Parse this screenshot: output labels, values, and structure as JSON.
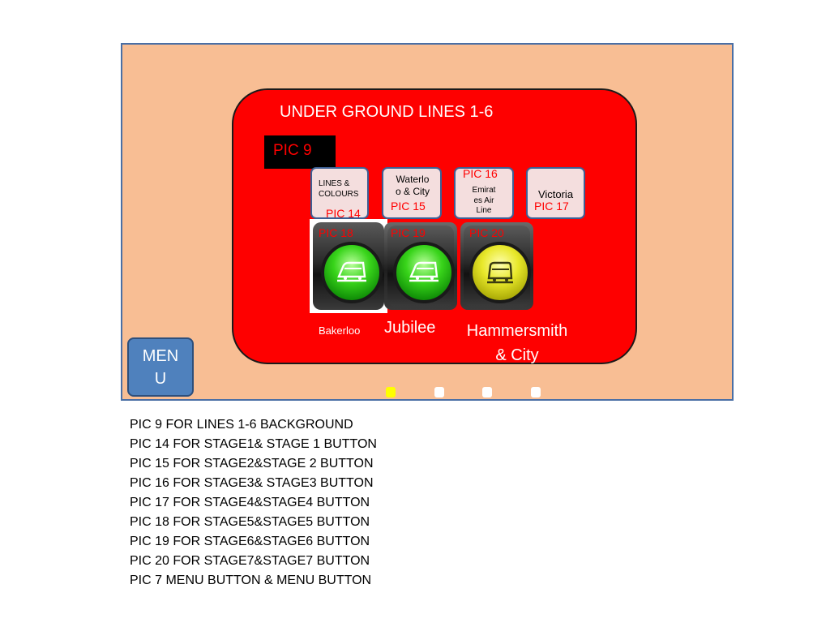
{
  "title": "UNDER GROUND LINES 1-6",
  "pic9_label": "PIC 9",
  "stage_buttons": [
    {
      "text": "LINES &\nCOLOURS",
      "pic": "PIC 14"
    },
    {
      "text": "Waterlo\no & City",
      "pic": "PIC 15"
    },
    {
      "text": "Emirat\nes Air\nLine",
      "pic": "PIC 16"
    },
    {
      "text": "Victoria",
      "pic": "PIC 17"
    }
  ],
  "lights": [
    {
      "pic": "PIC 18",
      "color": "#38d41a",
      "name": "Bakerloo"
    },
    {
      "pic": "PIC 19",
      "color": "#38d41a",
      "name": "Jubilee"
    },
    {
      "pic": "PIC 20",
      "color": "#e8e82a",
      "name": "Hammersmith\n& City"
    }
  ],
  "menu_label": "MEN\nU",
  "pager": {
    "count": 4,
    "active_index": 0
  },
  "notes": [
    "PIC 9 FOR LINES 1-6  BACKGROUND",
    "PIC 14  FOR STAGE1& STAGE 1 BUTTON",
    "PIC 15 FOR STAGE2&STAGE 2 BUTTON",
    "PIC 16 FOR STAGE3& STAGE3 BUTTON",
    "PIC 17 FOR STAGE4&STAGE4 BUTTON",
    "PIC 18 FOR STAGE5&STAGE5 BUTTON",
    "PIC 19 FOR STAGE6&STAGE6 BUTTON",
    "PIC 20 FOR STAGE7&STAGE7 BUTTON",
    "PIC 7 MENU BUTTON & MENU BUTTON"
  ],
  "colors": {
    "background": "#f8be94",
    "panel": "#fe0000",
    "menu": "#4f81bd",
    "dot_active": "#ffff00"
  }
}
